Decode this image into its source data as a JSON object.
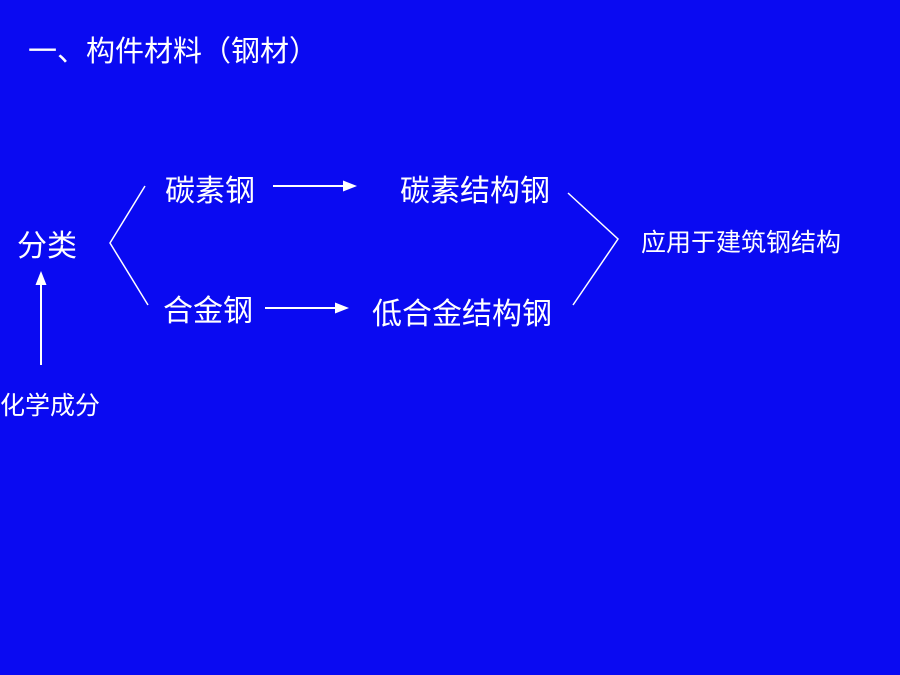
{
  "title": "一、构件材料（钢材）",
  "diagram": {
    "root": "分类",
    "basis": "化学成分",
    "branches": [
      {
        "category": "碳素钢",
        "result": "碳素结构钢"
      },
      {
        "category": "合金钢",
        "result": "低合金结构钢"
      }
    ],
    "application": "应用于建筑钢结构"
  },
  "colors": {
    "background": "#0A0AF2",
    "foreground": "#FFFFFF"
  }
}
